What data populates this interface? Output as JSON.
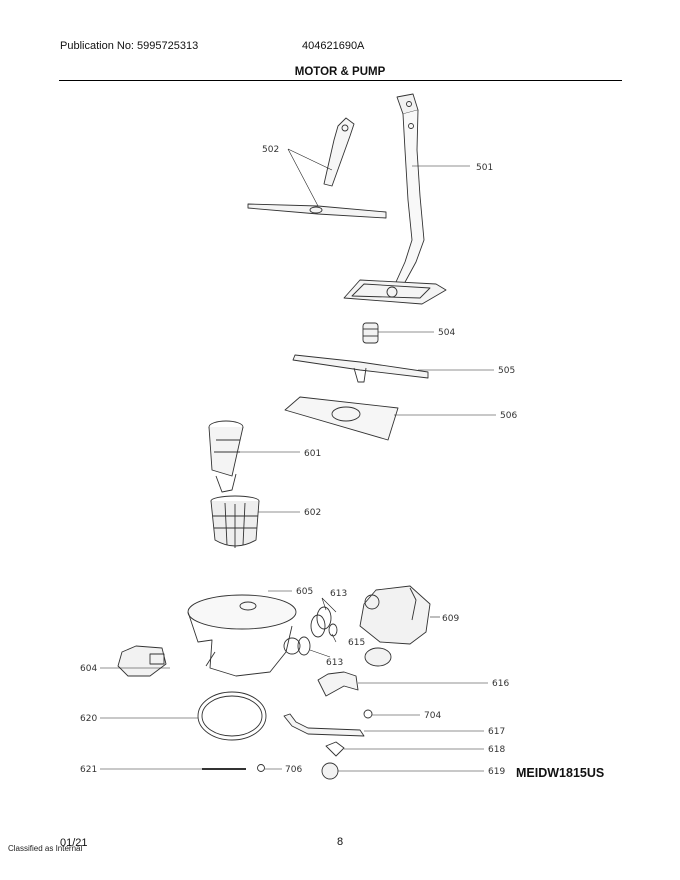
{
  "header": {
    "publication": "Publication No: 5995725313",
    "doc_number": "404621690A",
    "section_title": "MOTOR & PUMP"
  },
  "parts": [
    {
      "id": "501",
      "label": "501"
    },
    {
      "id": "502",
      "label": "502"
    },
    {
      "id": "504",
      "label": "504"
    },
    {
      "id": "505",
      "label": "505"
    },
    {
      "id": "506",
      "label": "506"
    },
    {
      "id": "601",
      "label": "601"
    },
    {
      "id": "602",
      "label": "602"
    },
    {
      "id": "604",
      "label": "604"
    },
    {
      "id": "605",
      "label": "605"
    },
    {
      "id": "609",
      "label": "609"
    },
    {
      "id": "613a",
      "label": "613"
    },
    {
      "id": "613b",
      "label": "613"
    },
    {
      "id": "615",
      "label": "615"
    },
    {
      "id": "616",
      "label": "616"
    },
    {
      "id": "617",
      "label": "617"
    },
    {
      "id": "618",
      "label": "618"
    },
    {
      "id": "619",
      "label": "619"
    },
    {
      "id": "620",
      "label": "620"
    },
    {
      "id": "621",
      "label": "621"
    },
    {
      "id": "704",
      "label": "704"
    },
    {
      "id": "706",
      "label": "706"
    }
  ],
  "model": "MEIDW1815US",
  "footer": {
    "date": "01/21",
    "classification": "Classified as Internal",
    "page": "8"
  }
}
